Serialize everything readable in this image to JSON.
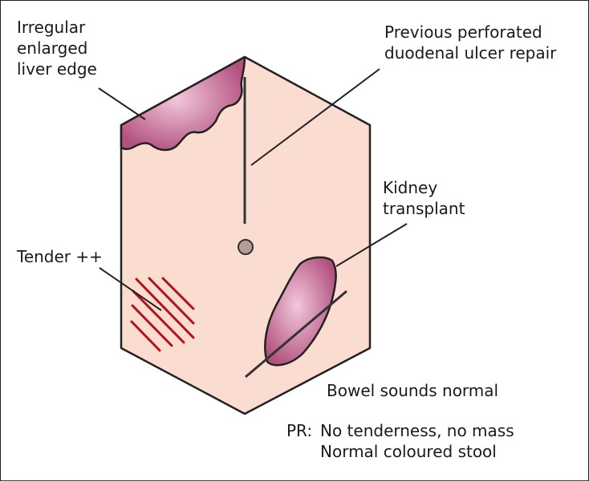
{
  "labels": {
    "liver": [
      "Irregular",
      "enlarged",
      "liver edge"
    ],
    "ulcer_repair": [
      "Previous perforated",
      "duodenal ulcer repair"
    ],
    "kidney": [
      "Kidney",
      "transplant"
    ],
    "tender": "Tender ++",
    "bowel_sounds": "Bowel sounds normal",
    "pr_prefix": "PR:",
    "pr_lines": [
      "No tenderness, no mass",
      "Normal coloured stool"
    ]
  },
  "colors": {
    "abdomen_fill": "#fadcd0",
    "organ_fill": "#b2507e",
    "organ_highlight": "#f2c8dc",
    "tender_hatch": "#b3121c",
    "outline": "#222222",
    "umbilicus": "#b39e94"
  }
}
